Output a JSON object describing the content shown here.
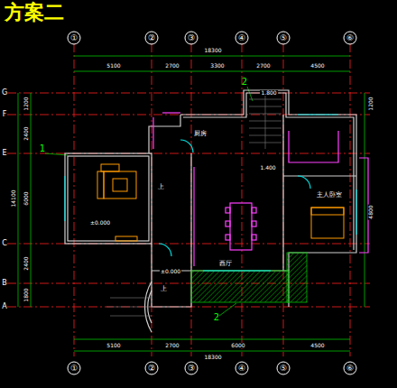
{
  "diagram": {
    "title": "方案二",
    "labels": [
      "①",
      "②",
      "③",
      "④",
      "⑤",
      "⑥",
      "①",
      "②",
      "③",
      "④",
      "⑤",
      "⑥",
      "18300",
      "5100",
      "2700",
      "3300",
      "2700",
      "4500",
      "5100",
      "2700",
      "6000",
      "4500",
      "18300",
      "G",
      "F",
      "E",
      "C",
      "B",
      "A",
      "1200",
      "2400",
      "6000",
      "2400",
      "1800",
      "14100",
      "1200",
      "4800",
      "厨房",
      "±0.000",
      "±0.000",
      "西厅",
      "主人卧室",
      "1.800",
      "1.400",
      "1",
      "2",
      "2",
      "上",
      "上"
    ]
  }
}
